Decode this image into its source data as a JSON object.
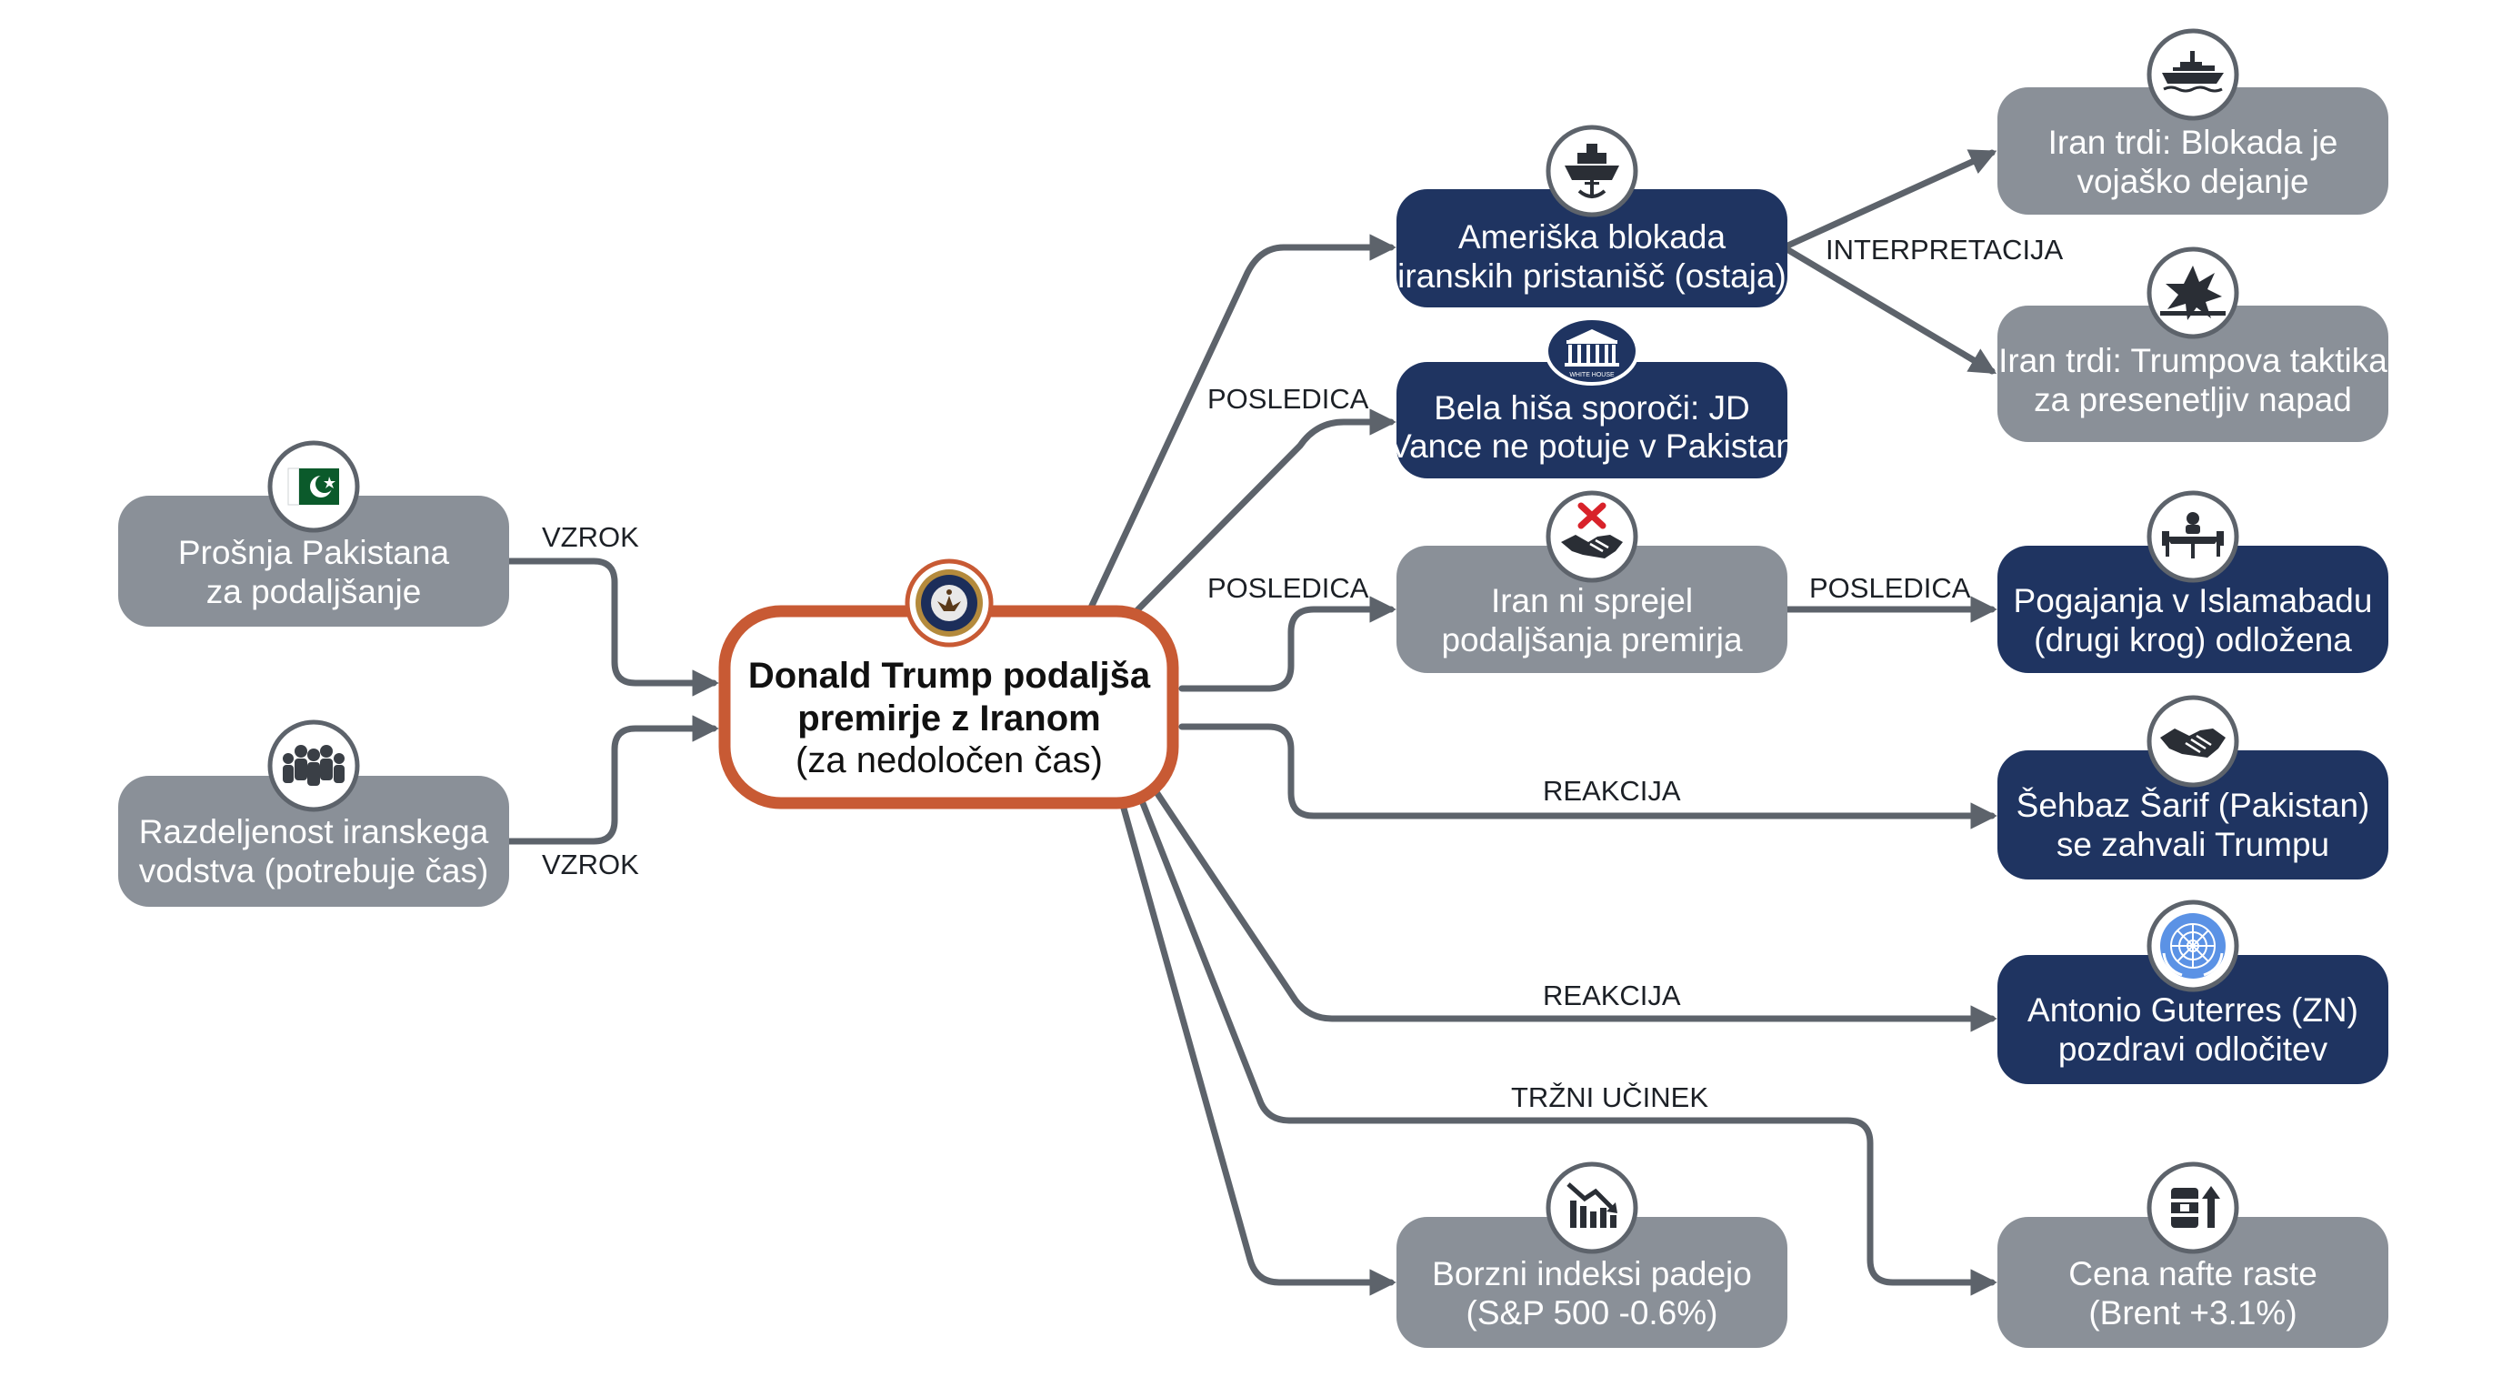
{
  "colors": {
    "gray_node": "#8a9098",
    "navy_node": "#1f3461",
    "center_border": "#c85a34",
    "edge": "#5d636b"
  },
  "center": {
    "lines": [
      "Donald Trump podaljša",
      "premirje z Iranom",
      "(za nedoločen čas)"
    ],
    "icon": "presidential-seal-icon"
  },
  "nodes": {
    "pakistan_request": {
      "lines": [
        "Prošnja Pakistana",
        "za podaljšanje"
      ],
      "icon": "pakistan-flag-icon",
      "style": "gray"
    },
    "iran_divided": {
      "lines": [
        "Razdeljenost iranskega",
        "vodstva (potrebuje čas)"
      ],
      "icon": "group-people-icon",
      "style": "gray"
    },
    "us_blockade": {
      "lines": [
        "Ameriška blokada",
        "iranskih pristanišč (ostaja)"
      ],
      "icon": "ship-anchor-icon",
      "style": "navy"
    },
    "white_house": {
      "lines": [
        "Bela hiša sporoči: JD",
        "Vance ne potuje v Pakistan"
      ],
      "icon": "white-house-icon",
      "style": "navy"
    },
    "iran_rejects": {
      "lines": [
        "Iran ni sprejel",
        "podaljšanja premirja"
      ],
      "icon": "handshake-rejected-icon",
      "style": "gray"
    },
    "iran_military": {
      "lines": [
        "Iran trdi: Blokada je",
        "vojaško dejanje"
      ],
      "icon": "warship-icon",
      "style": "gray"
    },
    "iran_tactic": {
      "lines": [
        "Iran trdi: Trumpova taktika",
        "za presenetljiv napad"
      ],
      "icon": "explosion-icon",
      "style": "gray"
    },
    "talks_postponed": {
      "lines": [
        "Pogajanja v Islamabadu",
        "(drugi krog) odložena"
      ],
      "icon": "meeting-table-icon",
      "style": "navy"
    },
    "sharif_thanks": {
      "lines": [
        "Šehbaz Šarif (Pakistan)",
        "se zahvali Trumpu"
      ],
      "icon": "handshake-icon",
      "style": "navy"
    },
    "guterres": {
      "lines": [
        "Antonio Guterres (ZN)",
        "pozdravi odločitev"
      ],
      "icon": "un-emblem-icon",
      "style": "navy"
    },
    "stocks_fall": {
      "lines": [
        "Borzni indeksi padejo",
        "(S&P 500 -0.6%)"
      ],
      "icon": "chart-down-icon",
      "style": "gray"
    },
    "oil_rises": {
      "lines": [
        "Cena nafte raste",
        "(Brent +3.1%)"
      ],
      "icon": "oil-barrel-up-icon",
      "style": "gray"
    }
  },
  "edge_labels": {
    "cause_1": "VZROK",
    "cause_2": "VZROK",
    "consequence_1": "POSLEDICA",
    "consequence_2": "POSLEDICA",
    "consequence_3": "POSLEDICA",
    "interpretation": "INTERPRETACIJA",
    "reaction_1": "REAKCIJA",
    "reaction_2": "REAKCIJA",
    "market_effect": "TRŽNI UČINEK"
  },
  "icon_texts": {
    "white_house_caption": "WHITE HOUSE"
  }
}
